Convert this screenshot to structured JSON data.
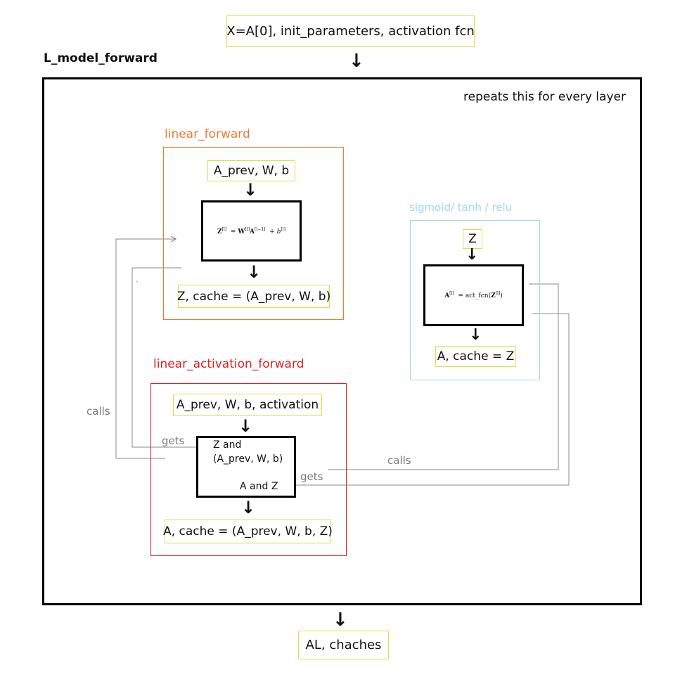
{
  "input_box": "X=A[0], init_parameters, activation fcn",
  "model_title": "L_model_forward",
  "repeat_note": "repeats this for every layer",
  "linear_forward": {
    "title": "linear_forward",
    "inputs": "A_prev, W, b",
    "eq": {
      "lhs": "Z",
      "lhs_sup": "[l]",
      "rhs1": "W",
      "rhs1_sup": "[l]",
      "rhs2": "A",
      "rhs2_sup": "[l−1]",
      "rhs3": "b",
      "rhs3_sup": "[l]"
    },
    "output": "Z, cache = (A_prev, W, b)"
  },
  "activation_fn": {
    "title": "sigmoid/ tanh / relu",
    "input": "Z",
    "eq": {
      "lhs": "A",
      "lhs_sup": "[l]",
      "fn": "act_fcn(",
      "arg": "Z",
      "arg_sup": "[l]",
      "close": ")"
    },
    "output": "A, cache = Z"
  },
  "linear_activation_forward": {
    "title": "linear_activation_forward",
    "inputs": "A_prev, W, b, activation",
    "inner_line1": "Z and",
    "inner_line2": "(A_prev, W, b)",
    "inner_line3": "A and Z",
    "output": "A, cache = (A_prev, W, b, Z)"
  },
  "connectors": {
    "calls_left": "calls",
    "gets_left": "gets",
    "calls_right": "calls",
    "gets_right": "gets"
  },
  "final_output": "AL, chaches",
  "colors": {
    "linear_forward": "#ed7d31",
    "activation_fn": "#9fd7ea",
    "linear_activation_forward": "#e02020",
    "label_gray": "#7a7a7a",
    "box_yellow": "#d9e04a"
  }
}
